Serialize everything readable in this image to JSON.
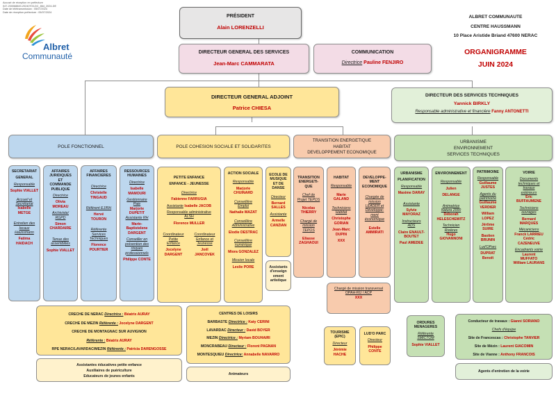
{
  "receipt": [
    "Accusé de réception en préfecture",
    "047-200068849-20240703-DC_864_2024-DE",
    "Date de télétransmission : 05/07/2024",
    "Date de réception préfecture : 05/07/2024"
  ],
  "logo": {
    "line1": "Albret",
    "line2": "Communauté"
  },
  "org": {
    "name": "ALBRET COMMUNAUTE",
    "centre": "CENTRE HAUSSMANN",
    "address": "10 Place Aristide Briand 47600 NERAC",
    "title": "ORGANIGRAMME",
    "date": "JUIN 2024"
  },
  "president": {
    "title": "PRÉSIDENT",
    "name": "Alain LORENZELLI"
  },
  "dgs": {
    "title": "DIRECTEUR GENERAL DES SERVICES",
    "name": "Jean-Marc CAMMARATA"
  },
  "communication": {
    "title": "COMMUNICATION",
    "role": "Directrice",
    "name": "Pauline FENJIRO"
  },
  "dga": {
    "title": "DIRECTEUR GENERAL ADJOINT",
    "name": "Patrice CHIESA"
  },
  "dst": {
    "title": "DIRECTEUR DES SERVICES TECHNIQUES",
    "name": "Yannick BIRKLY",
    "role": "Responsable administrative et financière",
    "role_name": "Fanny ANTONETTI"
  },
  "poles": {
    "fonctionnel": "POLE FONCTIONNEL",
    "cohesion": "POLE COHESION SOCIALE ET SOLIDARITES",
    "transition": [
      "TRANSITION ENERGETIQUE",
      "HABITAT",
      "DEVELOPPEMENT ECONOMIQUE"
    ],
    "urbanisme": [
      "URBANISME",
      "ENVIRONNEMENT",
      "SERVICES TECHNIQUES"
    ]
  },
  "secretariat": {
    "title": [
      "SECRETARIAT",
      "GENERAL"
    ],
    "r1": "Responsable",
    "n1": "Sophie VIALLET",
    "r2": [
      "Accueil et",
      "Secrétariat"
    ],
    "n2": [
      "Isabelle",
      "METGE"
    ],
    "r3": [
      "Entretien des",
      "locaux",
      "Haussmann"
    ],
    "n3": [
      "Fatima",
      "HAIDACH"
    ]
  },
  "affaires_juridiques": {
    "title": [
      "AFFAIRES",
      "JURIDIQUES",
      "ET",
      "COMMANDE",
      "PUBLIQUE"
    ],
    "r1": "Directrice",
    "n1": [
      "Olivia",
      "MOREAU"
    ],
    "r2": [
      "Archiviste/",
      "RGPD"
    ],
    "n2": [
      "Simon",
      "CHARDAIRE"
    ],
    "r3": [
      "Tenue des",
      "assemblées"
    ],
    "n3": "Sophie VIALLET"
  },
  "affaires_financieres": {
    "title": [
      "AFFAIRES",
      "FINANCIERES"
    ],
    "r1": "Directrice",
    "n1": [
      "Christelle",
      "TINGAUD"
    ],
    "r2": "Référent EJ/RH",
    "n2": [
      "Hervé",
      "TOURON"
    ],
    "r3": [
      "Référente",
      "Services",
      "Techniques"
    ],
    "n3": [
      "Florence",
      "POURTIER"
    ]
  },
  "rh": {
    "title": [
      "RESSOURCES",
      "HUMAINES"
    ],
    "r1": "Directrice",
    "n1": [
      "Isabelle",
      "MAMOURI"
    ],
    "r2": [
      "Gestionnaire",
      "Paie"
    ],
    "n2": [
      "Marjorie",
      "DUPETIT"
    ],
    "r3": "Assistante RH",
    "n3": [
      "Marie-",
      "Baptistelene",
      "DARGENT"
    ],
    "r4": [
      "Conseiller en",
      "prévention des",
      "risques",
      "professionnels"
    ],
    "n4": "Philippe CONTE"
  },
  "petite_enfance": {
    "title": [
      "PETITE ENFANCE",
      "ENFANCE - JEUNESSE"
    ],
    "r1": "Directrice",
    "n1": "Fabienne FARRUGIA",
    "r2": "Assistante",
    "n2": "Isabelle JACOB",
    "r3": [
      "Responsable administrative",
      "ALSH"
    ],
    "n3": "Florence MULLER",
    "c1": [
      "Coordinateur",
      "Petite",
      "Enfance"
    ],
    "c1n": [
      "Jocelyne",
      "DARGENT"
    ],
    "c2": [
      "Coordinateur",
      "Enfance et",
      "Jeunesse"
    ],
    "c2n": [
      "Joël",
      "JANCOVEK"
    ]
  },
  "action_sociale": {
    "title": "ACTION SOCIALE",
    "r1": "Responsable",
    "n1": [
      "Marjorie",
      "CHUINARD"
    ],
    "r2": [
      "Conseillère",
      "Emploi"
    ],
    "n2": "Nathalie MAZAT",
    "r3": [
      "Conseillère",
      "Administrative"
    ],
    "n3": "Elodie DESTRAC",
    "r4": [
      "Conseillère",
      "numérique"
    ],
    "n4": "Miora GONZALEZ",
    "r5": "Mission locale",
    "n5": "Leslie PORE"
  },
  "musique": {
    "title": [
      "ECOLE DE",
      "MUSIQUE",
      "ET DE",
      "DANSE"
    ],
    "r1": "Directeur",
    "n1": [
      "Bernard",
      "SALLES"
    ],
    "r2": "Assistante",
    "n2": [
      "Armelle",
      "CANZIAN"
    ],
    "extra": [
      "Assistants",
      "d'enseign",
      "ement",
      "artistique"
    ]
  },
  "transition_ener": {
    "title": [
      "TRANSITION",
      "ENERGETI-",
      "QUE"
    ],
    "r1": [
      "Chef de",
      "Projet TEPOS"
    ],
    "n1": [
      "Nicolas",
      "THIERRY"
    ],
    "r2": [
      "Chargé de",
      "mission",
      "TEPOS"
    ],
    "n2": [
      "Eliasse",
      "ZAGHAOUI"
    ]
  },
  "habitat": {
    "title": "HABITAT",
    "r1": "Responsable",
    "n1": [
      "Marie",
      "GALAND"
    ],
    "r2": [
      "Techniciens",
      "Habitat"
    ],
    "n2": [
      "Christophe",
      "GORIAN"
    ],
    "n3": [
      "Jean-Marc",
      "DUPIN"
    ],
    "n4": "XXX"
  },
  "dev_eco": {
    "title": [
      "DEVELOPPE-",
      "MENT",
      "ECONOMIQUE"
    ],
    "r1": [
      "Chargée de",
      "mission",
      "LEADER et",
      "Développe-",
      "ment",
      "économique"
    ],
    "n1": [
      "Estelle",
      "AMMIRATI"
    ]
  },
  "transversal": {
    "title": [
      "Chargé de mission transversal",
      "OPAH-RU / ACP"
    ],
    "name": "XXX"
  },
  "urba": {
    "title": [
      "URBANISME",
      "PLANIFICATION"
    ],
    "r1": "Responsable",
    "n1": "Maxime DARAY",
    "r2": "Assistante",
    "n2": [
      "Sylvie",
      "MAYORAZ"
    ],
    "r3": [
      "Instructeurs",
      "ADS"
    ],
    "n3": [
      "Claire ENAULT-",
      "BOUTET"
    ],
    "n4": "Paul AMEDEE"
  },
  "environnement": {
    "title": "ENVIRONNEMENT",
    "r1": "Responsable",
    "n1": [
      "Julien",
      "DELANGE"
    ],
    "r2": [
      "Animatrice",
      "Natura 2000"
    ],
    "n2": [
      "Déborah",
      "HELESCHEWITZ"
    ],
    "r3": [
      "Technicien",
      "Rivières"
    ],
    "n3": [
      "Hugo",
      "GIOVANNONI"
    ]
  },
  "patrimoine": {
    "title": "PATRIMOINE",
    "r1": "Responsable",
    "n1": [
      "Guillaume",
      "JUSTES"
    ],
    "r2": [
      "Agents du",
      "patrimoine"
    ],
    "n2": [
      "Guillaume",
      "VERDIER"
    ],
    "n3": [
      "William",
      "LOPEZ"
    ],
    "n4": [
      "Jérôme",
      "SUIRE"
    ],
    "n5": [
      "Bastien",
      "BRUNIN"
    ],
    "r3": "Lud'OParc",
    "n6": [
      "DUPRAT",
      "Benoît"
    ]
  },
  "voirie": {
    "title": "VOIRIE",
    "r1": [
      "Documents",
      "techniques et",
      "travaux",
      "extérieurs"
    ],
    "n1": [
      "Éric",
      "BUFFAUMENE"
    ],
    "r2": [
      "Techniciens",
      "ouvrages"
    ],
    "n2": [
      "Bernard",
      "MARQUES"
    ],
    "r3": "Mécaniciens",
    "n3": [
      "Franck LARRIEU",
      "Cédric",
      "CAZENEUVE"
    ],
    "r4": "Encadrants voirie",
    "n4": [
      "Laurent",
      "MUFFATO",
      "William LAURANS"
    ]
  },
  "creches": {
    "l1a": "CRECHE DE NERAC",
    "l1r": "Directrice :",
    "l1n": "Béatrix AURAY",
    "l2a": "CRECHE DE MEZIN",
    "l2r": "Référente :",
    "l2n": "Jocelyne DARGENT",
    "l3": "CRECHE DE MONTAGNAC SUR AUVIGNON",
    "l4r": "Référente :",
    "l4n": "Béatrix AURAY",
    "l5a": "RPE NERAC/LAVARDAC/MEZIN",
    "l5r": "Référente :",
    "l5n": "Patricia DARENGOSSE"
  },
  "assistantes": [
    "Assistantes éducatives petite enfance",
    "Auxiliaires de puériculture",
    "Educateurs de jeunes enfants"
  ],
  "loisirs": {
    "title": "CENTRES DE LOISIRS",
    "l1a": "BARBASTE",
    "l1r": "Directrice :",
    "l1n": "Katy CERINI",
    "l2a": "LAVARDAC",
    "l2r": "Directeur :",
    "l2n": "David BOYER",
    "l3a": "MEZIN",
    "l3r": "Directrice :",
    "l3n": "Myriam BOUHAIRI",
    "l4a": "MONCRABEAU",
    "l4r": "Directeur :",
    "l4n": "Florent PAGNAN",
    "l5a": "MONTESQUIEU",
    "l5r": "Directrice:",
    "l5n": "Annabelle NAVARRO"
  },
  "animateurs": "Animateurs",
  "tourisme": {
    "title": [
      "TOURISME",
      "(EPIC)"
    ],
    "r1": "Directeur",
    "n1": [
      "Jérémie",
      "HACHE"
    ]
  },
  "ludoparc": {
    "title": "LUD'O PARC",
    "r1": "Directeur",
    "n1": [
      "Philippe",
      "CONTE"
    ]
  },
  "ordures": {
    "title": [
      "ORDURES",
      "MENAGERES"
    ],
    "r1": [
      "Référente",
      "SMICTOM"
    ],
    "n1": "Sophie VIALLET"
  },
  "travaux": {
    "l1a": "Conducteur de travaux :",
    "l1n": "Gianni SORIANO",
    "l2": "Chefs d'équipe",
    "l3a": "Site de Francescas :",
    "l3n": "Christophe TANVIER",
    "l4a": "Site de Mézin :",
    "l4n": "Laurent GIACOMIN",
    "l5a": "Site de Vianne :",
    "l5n": "Anthony FRANCOIS"
  },
  "agents_entretien": "Agents d'entretien de la voirie",
  "colors": {
    "red": "#c00000",
    "gray_box": "#e7e6e6",
    "pink": "#f3dce6",
    "yellow": "#ffe699",
    "light_yellow": "#fff2cc",
    "blue": "#bdd7ee",
    "light_blue": "#deebf7",
    "orange": "#f8cbad",
    "green": "#c5e0b4",
    "light_green": "#e2f0d9"
  }
}
